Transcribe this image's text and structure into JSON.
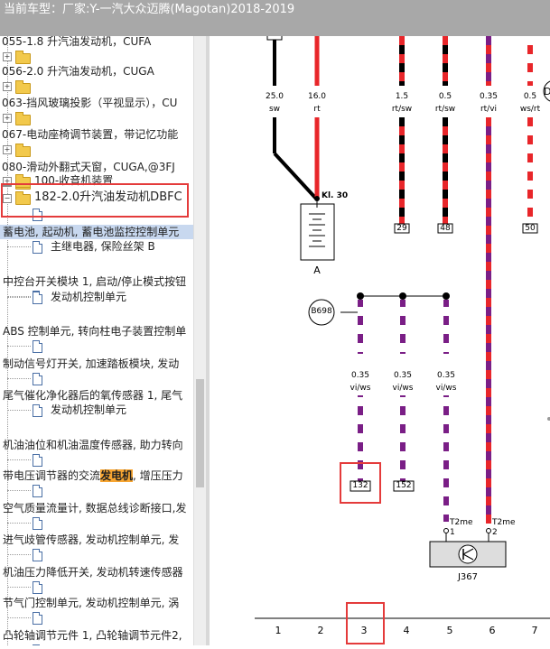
{
  "title_bar": {
    "label": "当前车型：",
    "model": "厂家:Y-一汽大众迈腾(Magotan)2018-2019"
  },
  "tree": {
    "items": [
      {
        "type": "folder",
        "text": "055-1.8 升汽油发动机，CUFA"
      },
      {
        "type": "folder",
        "text": "056-2.0 升汽油发动机，CUGA"
      },
      {
        "type": "folder",
        "text": "063-挡风玻璃投影（平视显示），CU"
      },
      {
        "type": "folder",
        "text": "067-电动座椅调节装置，带记忆功能"
      },
      {
        "type": "folder",
        "text": "080-滑动外翻式天窗，CUGA,@3FJ"
      },
      {
        "type": "folder",
        "text": "100-收音机装置"
      },
      {
        "type": "folder-open",
        "text": "182-2.0升汽油发动机DBFC"
      },
      {
        "type": "group",
        "text": "蓄电池, 起动机, 蓄电池监控控制单元",
        "selected": true
      },
      {
        "type": "doc",
        "text": "主继电器, 保险丝架 B"
      },
      {
        "type": "group",
        "text": "中控台开关模块 1, 启动/停止模式按钮"
      },
      {
        "type": "doc",
        "text": "发动机控制单元"
      },
      {
        "type": "group",
        "text": "ABS 控制单元, 转向柱电子装置控制单"
      },
      {
        "type": "group",
        "text": "制动信号灯开关, 加速踏板模块, 发动"
      },
      {
        "type": "group",
        "text": "尾气催化净化器后的氧传感器 1, 尾气"
      },
      {
        "type": "doc",
        "text": "发动机控制单元"
      },
      {
        "type": "group",
        "text": "机油油位和机油温度传感器, 助力转向"
      },
      {
        "type": "group-hl",
        "pre": "带电压调节器的交流",
        "hl": "发电机",
        "post": ", 增压压力"
      },
      {
        "type": "group",
        "text": "空气质量流量计, 数据总线诊断接口,发"
      },
      {
        "type": "group",
        "text": "进气歧管传感器, 发动机控制单元, 发"
      },
      {
        "type": "group",
        "text": "机油压力降低开关, 发动机转速传感器"
      },
      {
        "type": "group",
        "text": "节气门控制单元, 发动机控制单元, 涡"
      },
      {
        "type": "group",
        "text": "凸轮轴调节元件 1, 凸轮轴调节元件2,"
      }
    ]
  },
  "diagram": {
    "top_wires": [
      {
        "size": "25.0",
        "color": "sw"
      },
      {
        "size": "16.0",
        "color": "rt"
      },
      {
        "size": "1.5",
        "color": "rt/sw"
      },
      {
        "size": "0.5",
        "color": "rt/sw"
      },
      {
        "size": "0.35",
        "color": "rt/vi"
      },
      {
        "size": "0.5",
        "color": "ws/rt"
      }
    ],
    "top_connectors": [
      "29",
      "48",
      "50"
    ],
    "kl30_label": "Kl. 30",
    "battery_label": "A",
    "splice_label": "B698",
    "mid_wires": [
      {
        "size": "0.35",
        "color": "vi/ws"
      },
      {
        "size": "0.35",
        "color": "vi/ws"
      },
      {
        "size": "0.35",
        "color": "vi/ws"
      }
    ],
    "bottom_connectors": [
      "132",
      "152"
    ],
    "pins": [
      {
        "label": "T2me",
        "pin": "1"
      },
      {
        "label": "T2me",
        "pin": "2"
      }
    ],
    "component_label": "J367",
    "d_label": "D",
    "columns": [
      "1",
      "2",
      "3",
      "4",
      "5",
      "6",
      "7"
    ],
    "colors": {
      "red": "#e8262a",
      "purple": "#7a1e86",
      "black": "#000000",
      "highlight": "#e43b3b",
      "selection": "#c8d8ef"
    }
  }
}
